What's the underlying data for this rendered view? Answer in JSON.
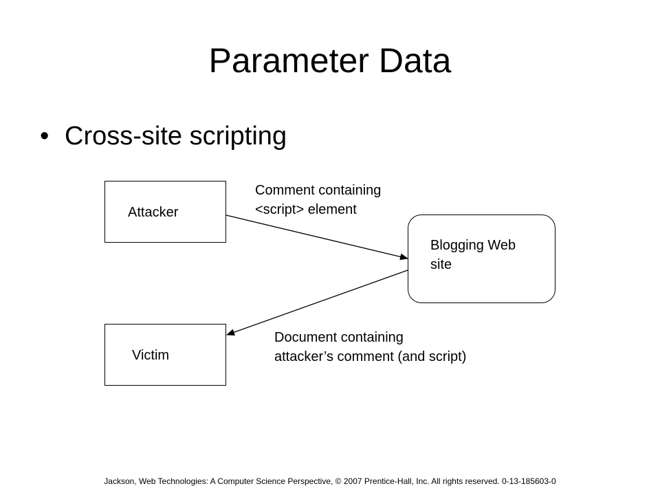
{
  "slide": {
    "title": "Parameter Data",
    "bullet": "Cross-site scripting"
  },
  "diagram": {
    "nodes": {
      "attacker": "Attacker",
      "victim": "Victim",
      "blog_line1": "Blogging Web",
      "blog_line2": "site"
    },
    "edges": {
      "attacker_to_blog_line1": "Comment containing",
      "attacker_to_blog_line2": "<script> element",
      "blog_to_victim_line1": "Document containing",
      "blog_to_victim_line2": "attacker’s comment (and script)"
    }
  },
  "footer": "Jackson, Web Technologies: A Computer Science Perspective, © 2007 Prentice-Hall, Inc. All rights reserved. 0-13-185603-0"
}
